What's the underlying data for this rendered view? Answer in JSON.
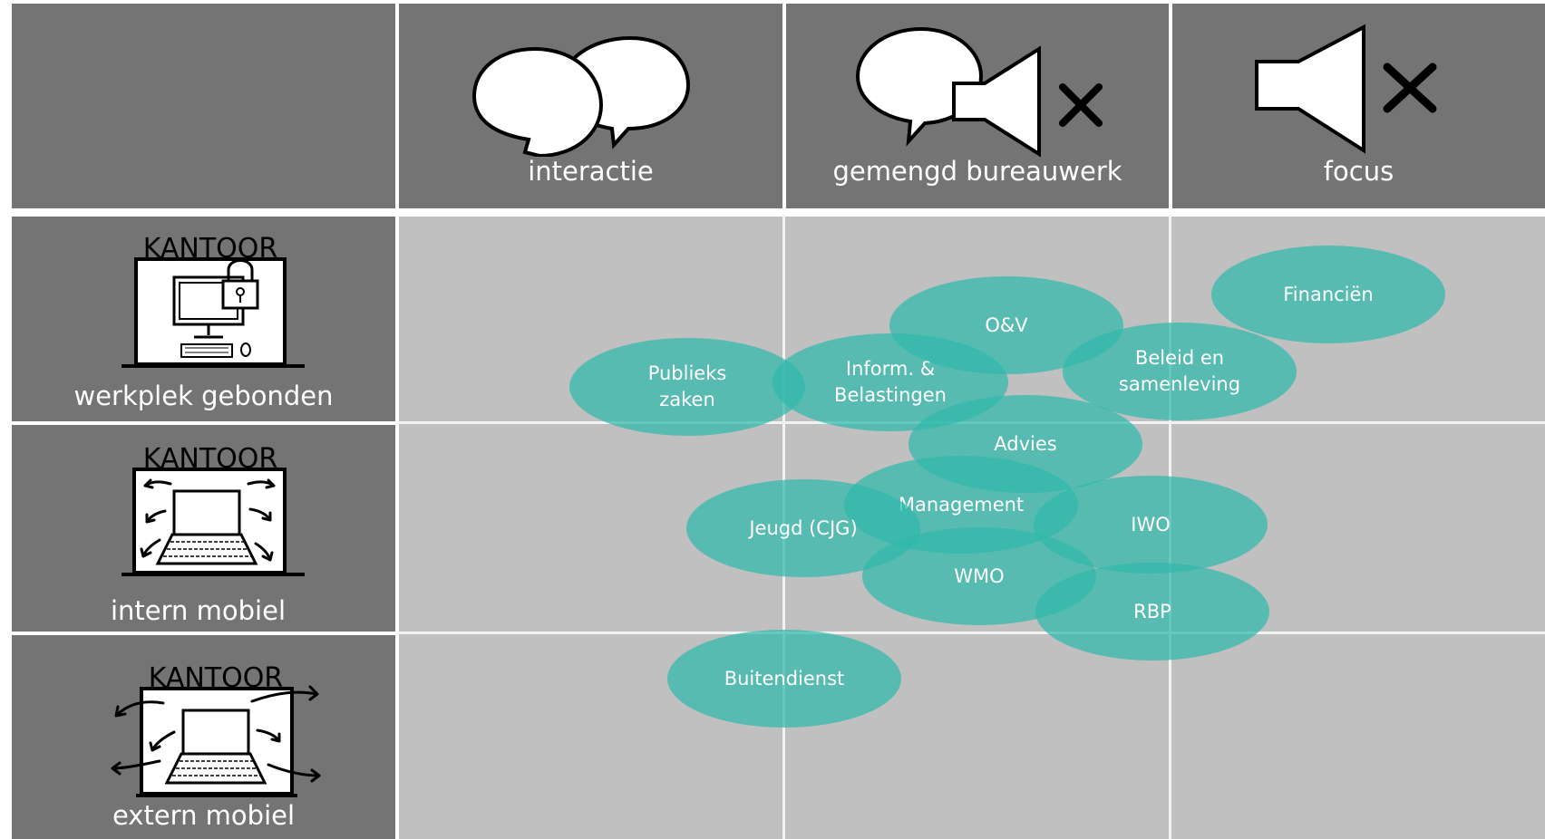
{
  "columns": [
    {
      "label": "interactie",
      "icon": "two-speech-bubbles-icon"
    },
    {
      "label": "gemengd bureauwerk",
      "icon": "speech-bubble-muted-speaker-icon"
    },
    {
      "label": "focus",
      "icon": "muted-speaker-icon"
    }
  ],
  "rows": [
    {
      "label": "werkplek gebonden",
      "sign": "KANTOOR",
      "icon": "office-desktop-lock-icon"
    },
    {
      "label": "intern mobiel",
      "sign": "KANTOOR",
      "icon": "office-laptop-internal-arrows-icon"
    },
    {
      "label": "extern mobiel",
      "sign": "KANTOOR",
      "icon": "office-laptop-external-arrows-icon"
    }
  ],
  "departments": [
    {
      "label": "Publieks\nzaken"
    },
    {
      "label": "Inform. &\nBelastingen"
    },
    {
      "label": "O&V"
    },
    {
      "label": "Financiën"
    },
    {
      "label": "Beleid en\nsamenleving"
    },
    {
      "label": "Advies"
    },
    {
      "label": "Management"
    },
    {
      "label": "Jeugd (CJG)"
    },
    {
      "label": "IWO"
    },
    {
      "label": "WMO"
    },
    {
      "label": "RBP"
    },
    {
      "label": "Buitendienst"
    }
  ],
  "colors": {
    "header_bg": "#747474",
    "cell_bg": "#c0c0c0",
    "blob": "#2fb8aa",
    "grid": "#f2f2f2"
  }
}
